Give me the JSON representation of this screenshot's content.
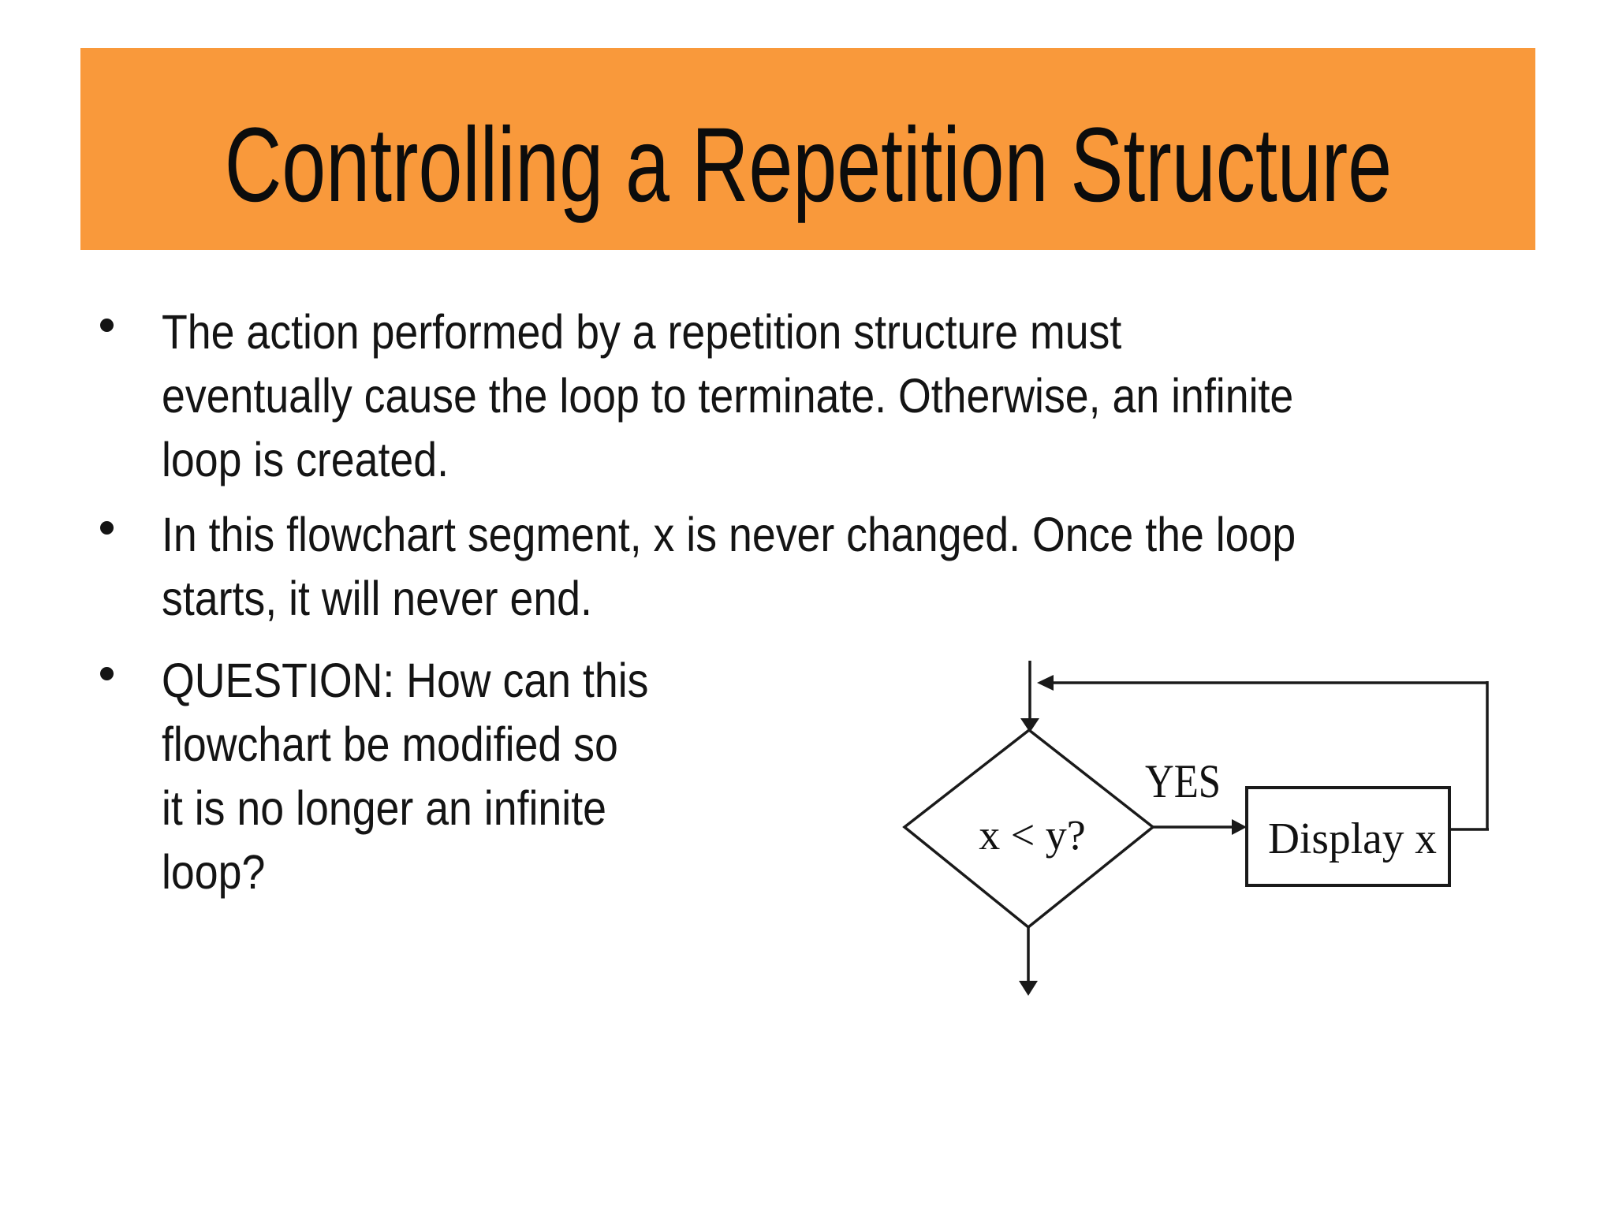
{
  "slide": {
    "title": "Controlling a Repetition Structure",
    "colors": {
      "banner_bg": "#F9993B",
      "ink": "#141414",
      "background": "#FFFFFF"
    },
    "bullets": [
      {
        "lines": [
          "The action performed by a repetition structure must",
          "eventually cause the loop to terminate. Otherwise, an infinite",
          "loop is created."
        ]
      },
      {
        "lines": [
          "In this flowchart segment, x is never changed. Once the loop",
          "starts, it will never end."
        ]
      },
      {
        "lines": [
          "QUESTION: How can this",
          "flowchart be modified so",
          "it is no longer an infinite",
          "loop?"
        ]
      }
    ],
    "flowchart": {
      "decision_label": "x < y?",
      "branch_label": "YES",
      "process_label": "Display x"
    }
  }
}
